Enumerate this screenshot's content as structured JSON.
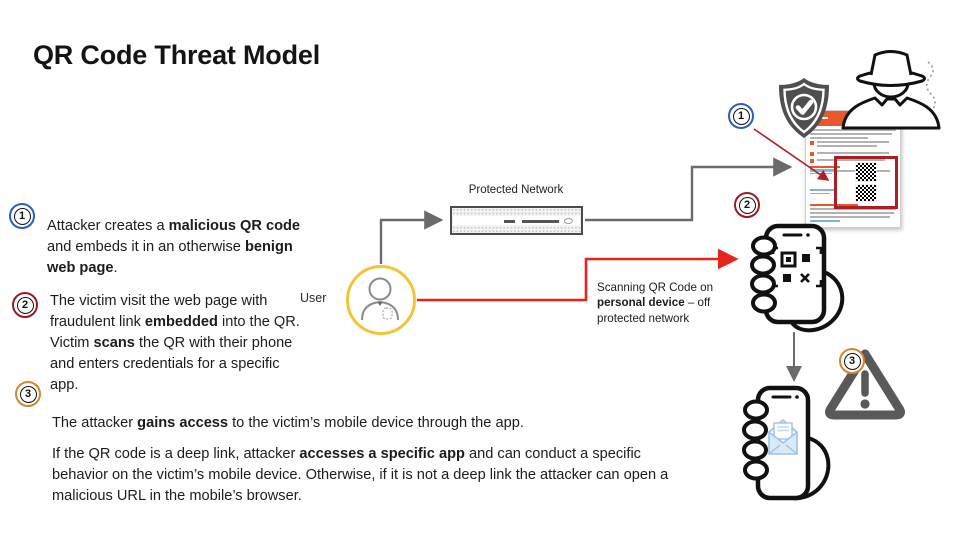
{
  "title": "QR Code Threat Model",
  "steps": [
    {
      "number": "1",
      "text_parts": [
        {
          "t": "Attacker creates a ",
          "b": false
        },
        {
          "t": "malicious QR code",
          "b": true
        },
        {
          "t": " and embeds it in an otherwise ",
          "b": false
        },
        {
          "t": "benign web page",
          "b": true
        },
        {
          "t": ".",
          "b": false
        }
      ]
    },
    {
      "number": "2",
      "text_parts": [
        {
          "t": "The victim visit the web page with fraudulent link ",
          "b": false
        },
        {
          "t": "embedded",
          "b": true
        },
        {
          "t": " into the QR. Victim ",
          "b": false
        },
        {
          "t": "scans",
          "b": true
        },
        {
          "t": " the QR with their phone and enters credentials for a specific app.",
          "b": false
        }
      ]
    },
    {
      "number": "3",
      "text_parts": [
        {
          "t": "The attacker ",
          "b": false
        },
        {
          "t": "gains access",
          "b": true
        },
        {
          "t": " to the victim’s mobile device through the app.",
          "b": false
        }
      ]
    }
  ],
  "footnote_parts": [
    {
      "t": "If the QR code is a deep link, attacker ",
      "b": false
    },
    {
      "t": "accesses a specific app",
      "b": true
    },
    {
      "t": " and can conduct a specific behavior on the victim’s mobile device. Otherwise, if it is not a deep link the attacker can open a malicious URL in the mobile’s browser.",
      "b": false
    }
  ],
  "diagram": {
    "protected_network_label": "Protected Network",
    "user_label": "User",
    "scan_note_parts": [
      {
        "t": "Scanning QR Code on ",
        "b": false
      },
      {
        "t": "personal device",
        "b": true
      },
      {
        "t": " – off protected network",
        "b": false
      }
    ],
    "badge_1": "1",
    "badge_2": "2",
    "badge_3": "3"
  },
  "colors": {
    "badge_ring_1": "#2660c4",
    "badge_ring_2": "#9e191d",
    "badge_ring_3": "#d58430",
    "red_connector": "#e8231d",
    "gray_connector": "#6b6b6b",
    "user_ring": "#f2c437",
    "qr_highlight_box": "#a62024",
    "webpage_header": "#e8572e",
    "shield_gray": "#4f4f4f",
    "warning_gray": "#595959"
  }
}
